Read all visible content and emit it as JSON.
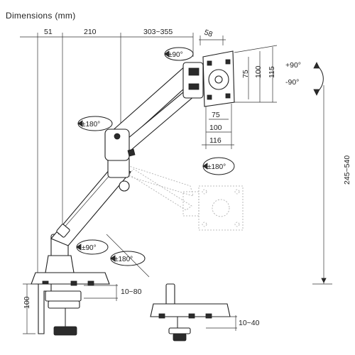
{
  "title": "Dimensions (mm)",
  "top_dims": {
    "d51": "51",
    "d210": "210",
    "d303": "303~355",
    "d58": "58"
  },
  "vesa": {
    "w75": "75",
    "w100": "100",
    "w116": "116",
    "h75": "75",
    "h100": "100",
    "h115": "115"
  },
  "rotations": {
    "tilt_up": "+90°",
    "tilt_down": "-90°",
    "swivel_head": "±90°",
    "elbow": "±180°",
    "rotate": "±180°",
    "base_swivel": "±90°",
    "base_rotate": "±180°"
  },
  "height_range": "245~540",
  "clamp": {
    "height": "100",
    "clamp_range": "10~80"
  },
  "grommet": {
    "range": "10~40"
  }
}
